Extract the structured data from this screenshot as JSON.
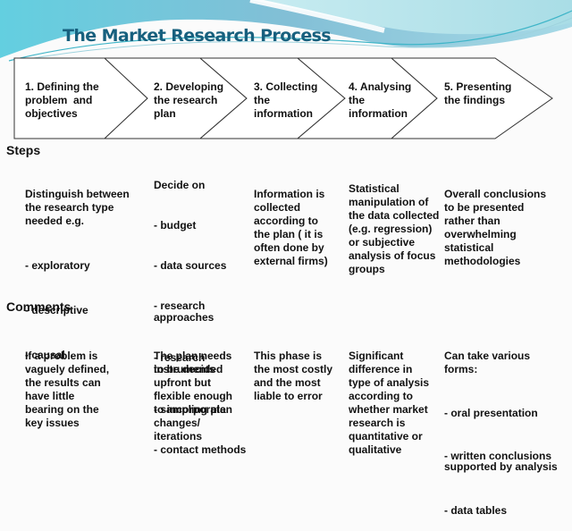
{
  "title": "The Market Research Process",
  "colors": {
    "title": "#17607e",
    "wave_dark": "#7ebfd6",
    "wave_light": "#bfe6ee",
    "wave_cyan": "#5fd3e0"
  },
  "stages": [
    {
      "label": "1. Defining the\nproblem  and\nobjectives"
    },
    {
      "label": "2. Developing\nthe research\nplan"
    },
    {
      "label": "3. Collecting\nthe\ninformation"
    },
    {
      "label": "4. Analysing\nthe\ninformation"
    },
    {
      "label": "5. Presenting\nthe findings"
    }
  ],
  "steps": {
    "heading": "Steps",
    "columns": [
      [
        "Distinguish between\nthe research type\nneeded e.g.",
        "- exploratory",
        "- descriptive",
        "- causal"
      ],
      [
        "Decide on",
        "- budget",
        "- data sources",
        "- research\napproaches",
        "- research\ninstruments",
        "- sampling plan",
        "- contact methods"
      ],
      [
        "Information is\ncollected\naccording to\nthe plan ( it is\noften done by\nexternal firms)"
      ],
      [
        "Statistical\nmanipulation of\nthe data collected\n(e.g. regression)\nor subjective\nanalysis of focus\ngroups"
      ],
      [
        "Overall conclusions\nto be presented\nrather than\noverwhelming\nstatistical\nmethodologies"
      ]
    ]
  },
  "comments": {
    "heading": "Comments",
    "columns": [
      [
        "If a problem is\nvaguely defined,\nthe results can\nhave little\nbearing on the\nkey issues"
      ],
      [
        "The plan needs\nto be decided\nupfront but\nflexible enough\nto incorporate\nchanges/\niterations"
      ],
      [
        "This phase is\nthe most costly\nand the most\nliable to error"
      ],
      [
        "Significant\ndifference in\ntype of analysis\naccording to\nwhether market\nresearch is\nquantitative or\nqualitative"
      ],
      [
        "Can take various\nforms:",
        "- oral presentation",
        "- written conclusions\nsupported by analysis",
        "- data tables"
      ]
    ]
  }
}
